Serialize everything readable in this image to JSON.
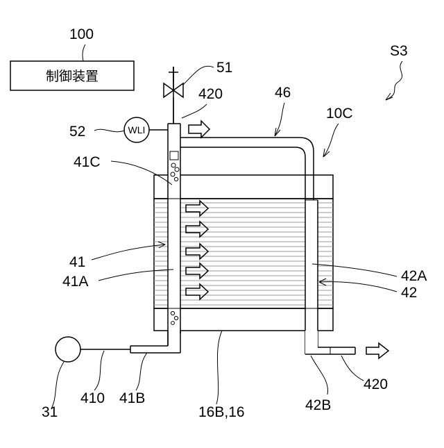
{
  "figure": {
    "system_label": "S3",
    "controller": {
      "ref": "100",
      "text": "制御装置"
    },
    "valve_ref": "51",
    "sensor": {
      "ref": "52",
      "text": "WLI"
    },
    "outlet_pipe_ref": "420",
    "upper_pipe_ref": "46",
    "stack_ref": "10C",
    "manifold_top_ref": "41C",
    "inlet_manifold_ref": "41",
    "inlet_manifold_part_ref": "41A",
    "outlet_manifold_part_ref": "42A",
    "outlet_manifold_ref": "42",
    "pump_ref": "31",
    "inlet_pipe_ref": "410",
    "inlet_port_ref": "41B",
    "end_plate_ref": "16B,16",
    "outlet_port_ref": "42B"
  }
}
